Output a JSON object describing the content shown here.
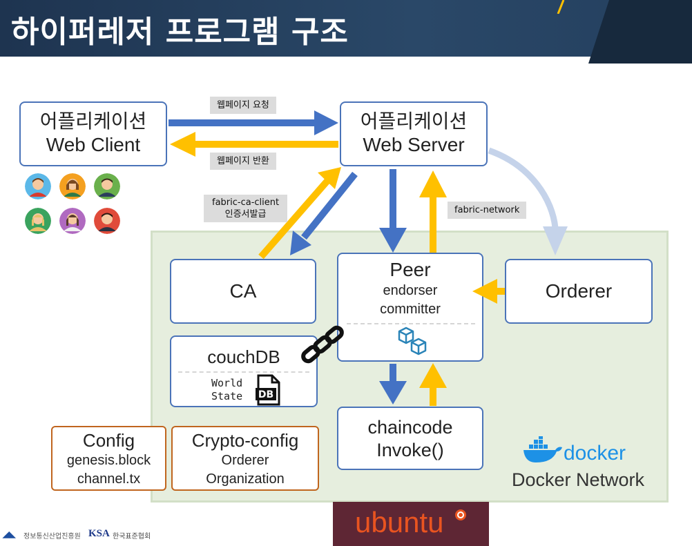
{
  "slide": {
    "title": "하이퍼레저 프로그램 구조"
  },
  "client": {
    "line1": "어플리케이션",
    "line2": "Web Client"
  },
  "server": {
    "line1": "어플리케이션",
    "line2": "Web Server"
  },
  "labels": {
    "request": "웹페이지 요청",
    "response": "웹페이지 반환",
    "ca_client_line1": "fabric-ca-client",
    "ca_client_line2": "인증서발급",
    "fabric_network": "fabric-network"
  },
  "ca": {
    "label": "CA"
  },
  "peer": {
    "title": "Peer",
    "role1": "endorser",
    "role2": "committer"
  },
  "orderer": {
    "label": "Orderer"
  },
  "couchdb": {
    "title": "couchDB",
    "world_line1": "World",
    "world_line2": "State",
    "db_icon_text": "DB"
  },
  "chaincode": {
    "line1": "chaincode",
    "line2": "Invoke()"
  },
  "config": {
    "title": "Config",
    "line1": "genesis.block",
    "line2": "channel.tx"
  },
  "crypto": {
    "title": "Crypto-config",
    "line1": "Orderer",
    "line2": "Organization"
  },
  "docker": {
    "logo_text": "docker",
    "network_label": "Docker Network"
  },
  "ubuntu": {
    "label": "ubuntu"
  },
  "footer": {
    "org1": "정보통신산업진흥원",
    "ksa": "KSA",
    "org2": "한국표준협회"
  },
  "colors": {
    "blue_arrow": "#4472c4",
    "yellow_arrow": "#ffc000",
    "light_arrow": "#c5d3ea",
    "box_border": "#4a73b8",
    "config_border": "#c0651e",
    "network_bg": "#e6eede",
    "title_bg": "#2a4868",
    "docker_blue": "#1d91e6",
    "ubuntu_orange": "#e95420"
  },
  "icons": [
    "person-avatar-icon",
    "chain-link-icon",
    "blocks-icon",
    "db-file-icon",
    "docker-whale-icon",
    "ubuntu-circle-icon"
  ]
}
